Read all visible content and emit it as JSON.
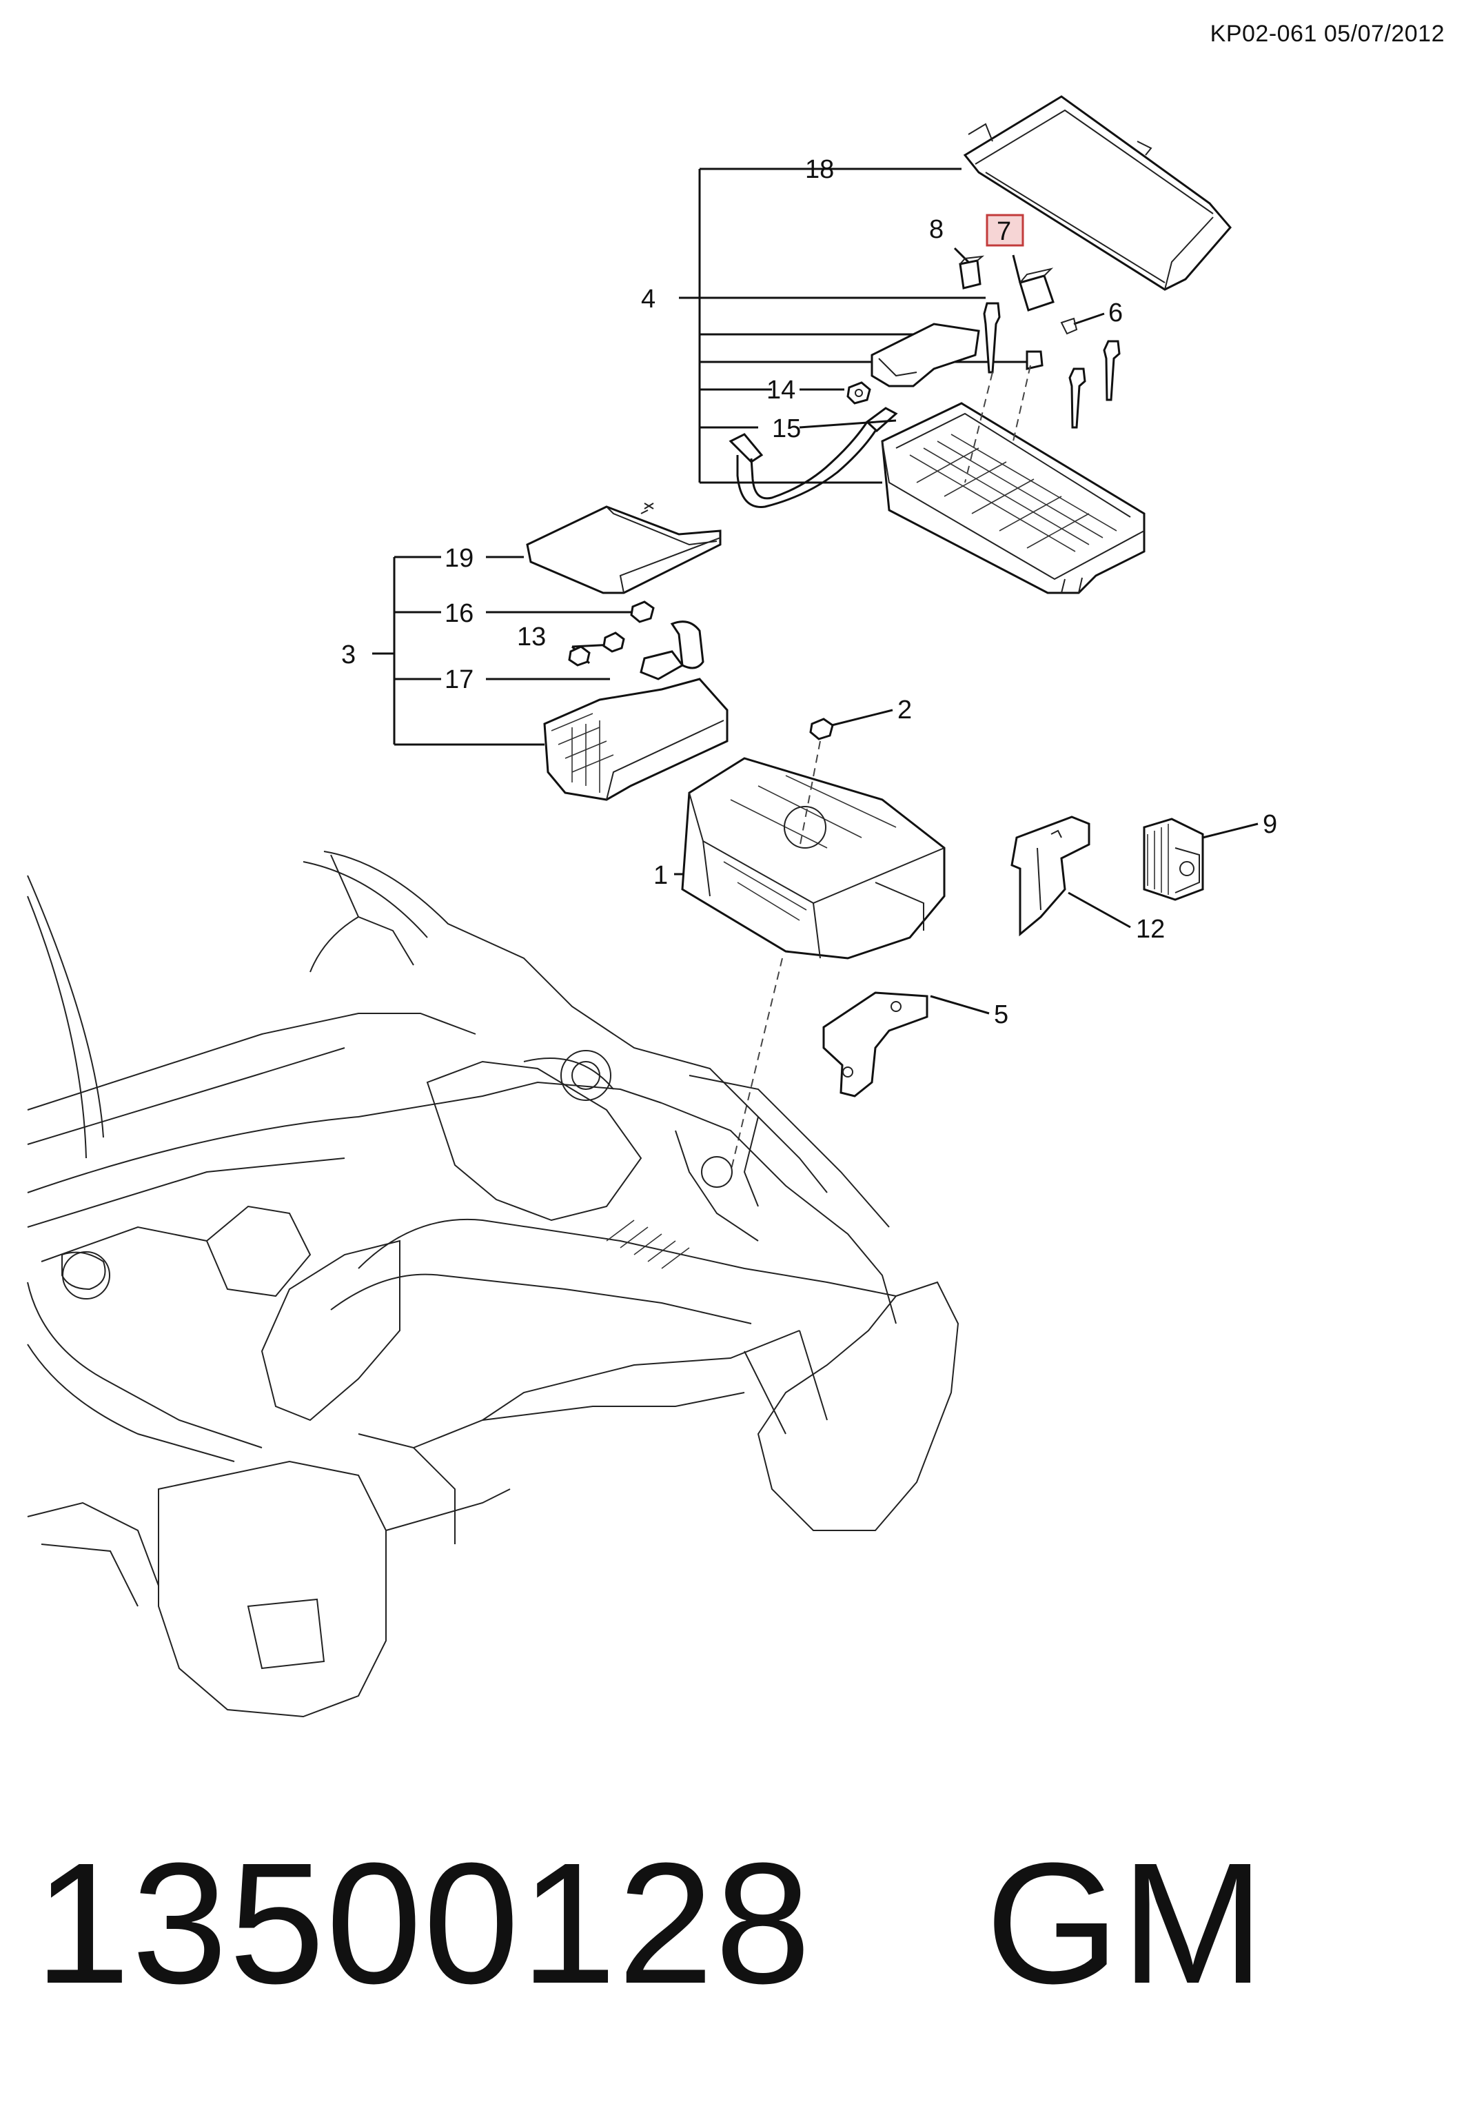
{
  "header": {
    "doc_code": "KP02-061 05/07/2012"
  },
  "callouts": {
    "c1": "1",
    "c2": "2",
    "c3": "3",
    "c4": "4",
    "c5": "5",
    "c6": "6",
    "c7": "7",
    "c8": "8",
    "c9": "9",
    "c12": "12",
    "c13": "13",
    "c14": "14",
    "c15": "15",
    "c16": "16",
    "c17": "17",
    "c18": "18",
    "c19": "19"
  },
  "highlighted_callout": "7",
  "highlight_color": "#f6d5d5",
  "footer": {
    "part_number": "13500128",
    "brand": "GM"
  }
}
